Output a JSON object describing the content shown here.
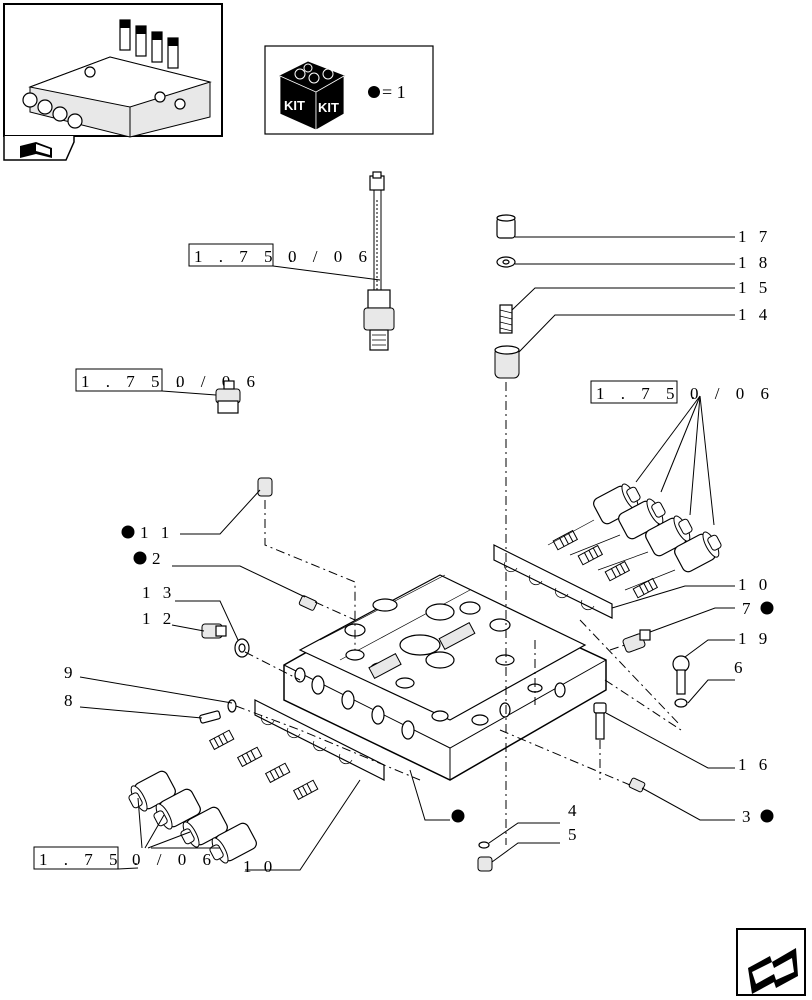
{
  "kit_legend": {
    "kit_label": "KIT",
    "equals_text": "= 1"
  },
  "reference_code": "1 . 7 5 . 0 / 0 6",
  "reference_code_parts": {
    "prefix": "1 . 7 5 .",
    "suffix": "0 / 0 6"
  },
  "callouts": [
    {
      "id": "c17",
      "label": "1 7",
      "dot": false
    },
    {
      "id": "c18",
      "label": "1 8",
      "dot": false
    },
    {
      "id": "c15",
      "label": "1 5",
      "dot": false
    },
    {
      "id": "c14",
      "label": "1 4",
      "dot": false
    },
    {
      "id": "c11",
      "label": "1 1",
      "dot": true
    },
    {
      "id": "c2",
      "label": "2",
      "dot": true
    },
    {
      "id": "c13",
      "label": "1 3",
      "dot": false
    },
    {
      "id": "c12",
      "label": "1 2",
      "dot": false
    },
    {
      "id": "c9",
      "label": "9",
      "dot": false
    },
    {
      "id": "c8",
      "label": "8",
      "dot": false
    },
    {
      "id": "c10a",
      "label": "1 0",
      "dot": false
    },
    {
      "id": "c7",
      "label": "7",
      "dot": true
    },
    {
      "id": "c19",
      "label": "1 9",
      "dot": false
    },
    {
      "id": "c6",
      "label": "6",
      "dot": false
    },
    {
      "id": "c16",
      "label": "1 6",
      "dot": false
    },
    {
      "id": "c3",
      "label": "3",
      "dot": true
    },
    {
      "id": "c4",
      "label": "4",
      "dot": false
    },
    {
      "id": "c5",
      "label": "5",
      "dot": false
    },
    {
      "id": "c10b",
      "label": "1 0",
      "dot": false
    },
    {
      "id": "cbody",
      "label": "",
      "dot": true
    }
  ],
  "nav": {
    "next_icon": "arrow-next-icon",
    "prev_icon": "book-page-icon"
  }
}
